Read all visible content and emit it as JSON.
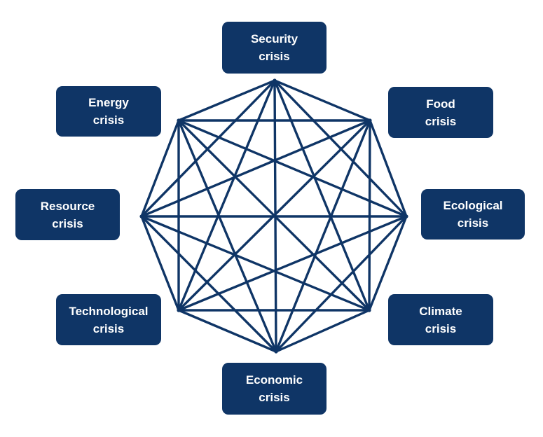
{
  "diagram": {
    "colors": {
      "node_fill": "#0f3566",
      "edge": "#0f3566",
      "text": "#ffffff"
    },
    "nodes": [
      {
        "id": "security",
        "line1": "Security",
        "line2": "crisis"
      },
      {
        "id": "food",
        "line1": "Food",
        "line2": "crisis"
      },
      {
        "id": "ecological",
        "line1": "Ecological",
        "line2": "crisis"
      },
      {
        "id": "climate",
        "line1": "Climate",
        "line2": "crisis"
      },
      {
        "id": "economic",
        "line1": "Economic",
        "line2": "crisis"
      },
      {
        "id": "technological",
        "line1": "Technological",
        "line2": "crisis"
      },
      {
        "id": "resource",
        "line1": "Resource",
        "line2": "crisis"
      },
      {
        "id": "energy",
        "line1": "Energy",
        "line2": "crisis"
      }
    ],
    "connectivity": "complete-graph"
  }
}
